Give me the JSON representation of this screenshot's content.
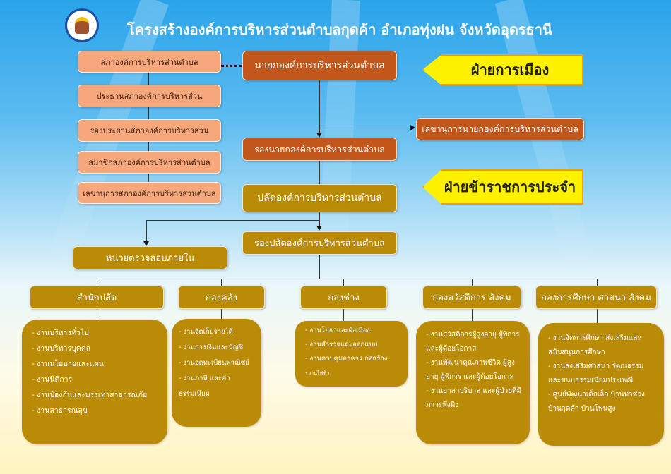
{
  "title": "โครงสร้างองค์การบริหารส่วนตำบลกุดค้า  อำเภอทุ่งฝน จังหวัดอุดรธานี",
  "banners": {
    "political": "ฝ่ายการเมือง",
    "civil": "ฝ่ายข้าราชการประจำ"
  },
  "council": [
    "สภาองค์การบริหารส่วนตำบล",
    "ประธานสภาองค์การบริหารส่วน",
    "รองประธานสภาองค์การบริหารส่วน",
    "สมาชิกสภาองค์การบริหารส่วนตำบล",
    "เลขานุการสภาองค์การบริหารส่วนตำบล"
  ],
  "executive": {
    "mayor": "นายกองค์การบริหารส่วนตำบล",
    "deputy_mayor": "รองนายกองค์การบริหารส่วนตำบล",
    "secretary": "เลขานุการนายกองค์การบริหารส่วนตำบล",
    "palad": "ปลัดองค์การบริหารส่วนตำบล",
    "deputy_palad": "รองปลัดองค์การบริหารส่วนตำบล",
    "audit": "หน่วยตรวจสอบภายใน"
  },
  "divisions": [
    {
      "name": "สำนักปลัด",
      "items": [
        "- งานบริหารทั่วไป",
        "-  งานบริหารบุคคล",
        "- งานนโยบายและแผน",
        "- งานนิติการ",
        "- งานป้องกันและบรรเทาสาธารณภัย",
        "- งานสาธารณสุข"
      ]
    },
    {
      "name": "กองคลัง",
      "items": [
        "- งานจัดเก็บรายได้",
        "- งานการเงินและบัญชี",
        "- งานจดทะเบียนพาณิชย์",
        "- งานภาษี และค่าธรรมเนียม"
      ]
    },
    {
      "name": "กองช่าง",
      "items": [
        "- งานโยธาและผังเมือง",
        "- งานสำรวจและออกแบบ",
        "- งานควบคุมอาคาร ก่อสร้าง",
        "- งานไฟฟ้า"
      ]
    },
    {
      "name": "กองสวัสดิการ สังคม",
      "items": [
        "- งานสวัสดิการผู้สูงอายุ ผู้พิการ และผู้ด้อยโอกาส",
        "- งานพัฒนาคุณภาพชีวิต ผู้สูงอายุ ผู้พิการ และผู้ด้อยโอกาส",
        "- งานอาสาบริบาล และผู้ป่วยที่มีภาวะพึ่งพิง"
      ]
    },
    {
      "name": "กองการศึกษา ศาสนา สังคม",
      "items": [
        "- งานจัดการศึกษา ส่งเสริมและสนับสนุนการศึกษา",
        "- งานส่งเสริมศาสนา วัฒนธรรม และขนบธรรมเนียมประเพณี",
        "- ศูนย์พัฒนาเด็กเล็ก บ้านท่าช่วง บ้านกุดค้า บ้านโพนสูง"
      ]
    }
  ]
}
